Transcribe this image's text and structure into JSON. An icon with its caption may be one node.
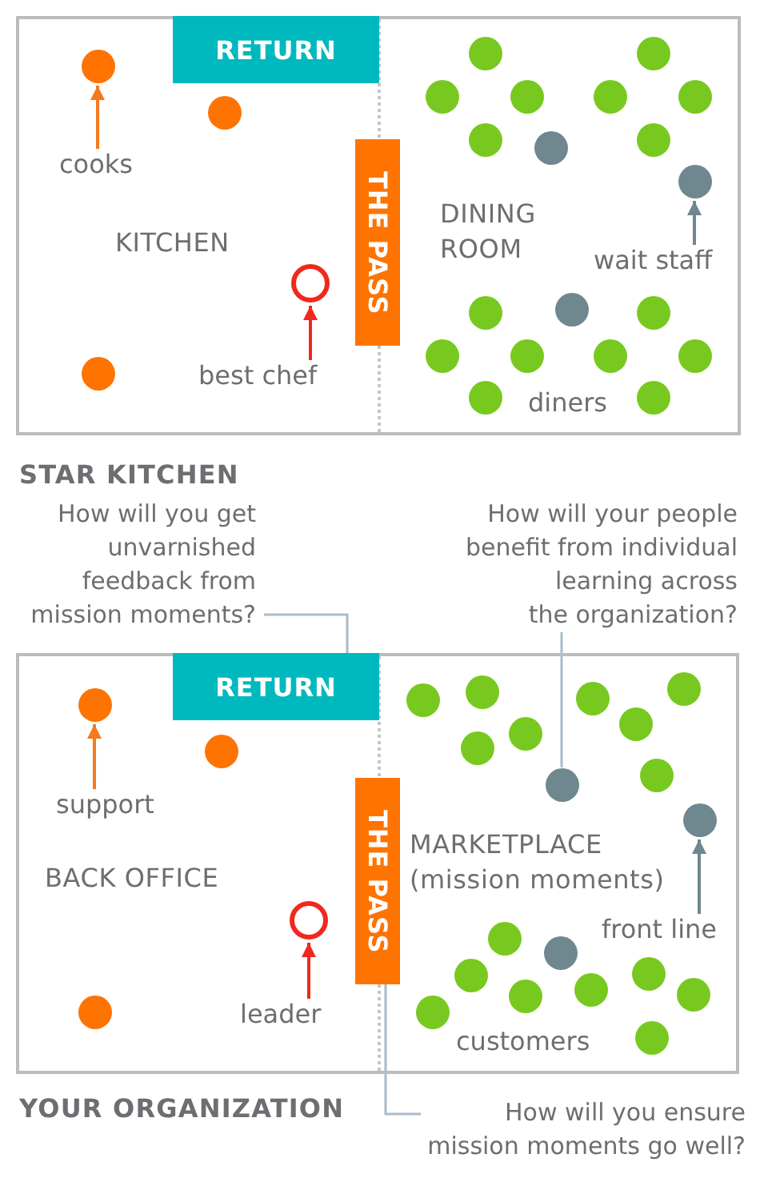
{
  "diagram": {
    "nodes": [
      {
        "text": [
          "KITCHEN",
          "DINING ROOM"
        ],
        "beside": [
          "STAR KITCHEN"
        ]
      },
      {
        "text": [
          "RETURN"
        ],
        "in": 0
      },
      {
        "text": [],
        "shape": "circle",
        "in": 0
      },
      {
        "text": [
          "cooks"
        ],
        "in": 0
      },
      {
        "text": [
          "THE PASS"
        ],
        "in": 0
      },
      {
        "text": [],
        "shape": "circle",
        "in": 0
      },
      {
        "text": [
          "wait staff"
        ],
        "in": 0
      },
      {
        "text": [],
        "shape": "circle",
        "in": 0
      },
      {
        "text": [
          "best chef"
        ],
        "in": 0
      },
      {
        "text": [
          "How will you get unvarnished feedback from mission moments?"
        ]
      },
      {
        "text": [
          "How will your people benefit from individual learning across the organization?"
        ]
      },
      {
        "text": [
          "BACK OFFICE",
          "MARKETPLACE (mission moments)"
        ],
        "beside": [
          "YOUR ORGANIZATION"
        ]
      },
      {
        "text": [
          "RETURN"
        ],
        "in": 11
      },
      {
        "text": [],
        "shape": "circle",
        "in": 11
      },
      {
        "text": [
          "support"
        ],
        "in": 11
      },
      {
        "text": [
          "THE PASS"
        ],
        "in": 11
      },
      {
        "text": [],
        "shape": "circle",
        "in": 11
      },
      {
        "text": [],
        "shape": "circle",
        "in": 11
      },
      {
        "text": [
          "front line"
        ],
        "in": 11
      },
      {
        "text": [],
        "shape": "circle",
        "in": 11
      },
      {
        "text": [
          "leader"
        ],
        "in": 11
      },
      {
        "text": [
          "How will you ensure mission moments go well?"
        ]
      }
    ],
    "edges": [
      {
        "from": 3,
        "to": 2,
        "arrow": "to",
        "color": "#f47920"
      },
      {
        "from": 6,
        "to": 5,
        "arrow": "to",
        "color": "#6f878e"
      },
      {
        "from": 8,
        "to": 7,
        "arrow": "to",
        "color": "#f0281e"
      },
      {
        "from": 9,
        "to": 12,
        "arrow": "none"
      },
      {
        "from": 10,
        "to": 16,
        "arrow": "none"
      },
      {
        "from": 14,
        "to": 13,
        "arrow": "to",
        "color": "#f47920"
      },
      {
        "from": 18,
        "to": 17,
        "arrow": "to",
        "color": "#6f878e"
      },
      {
        "from": 20,
        "to": 19,
        "arrow": "to",
        "color": "#f0281e"
      },
      {
        "from": 21,
        "to": 15,
        "arrow": "none"
      }
    ],
    "labels": [
      "diners",
      "customers"
    ]
  }
}
